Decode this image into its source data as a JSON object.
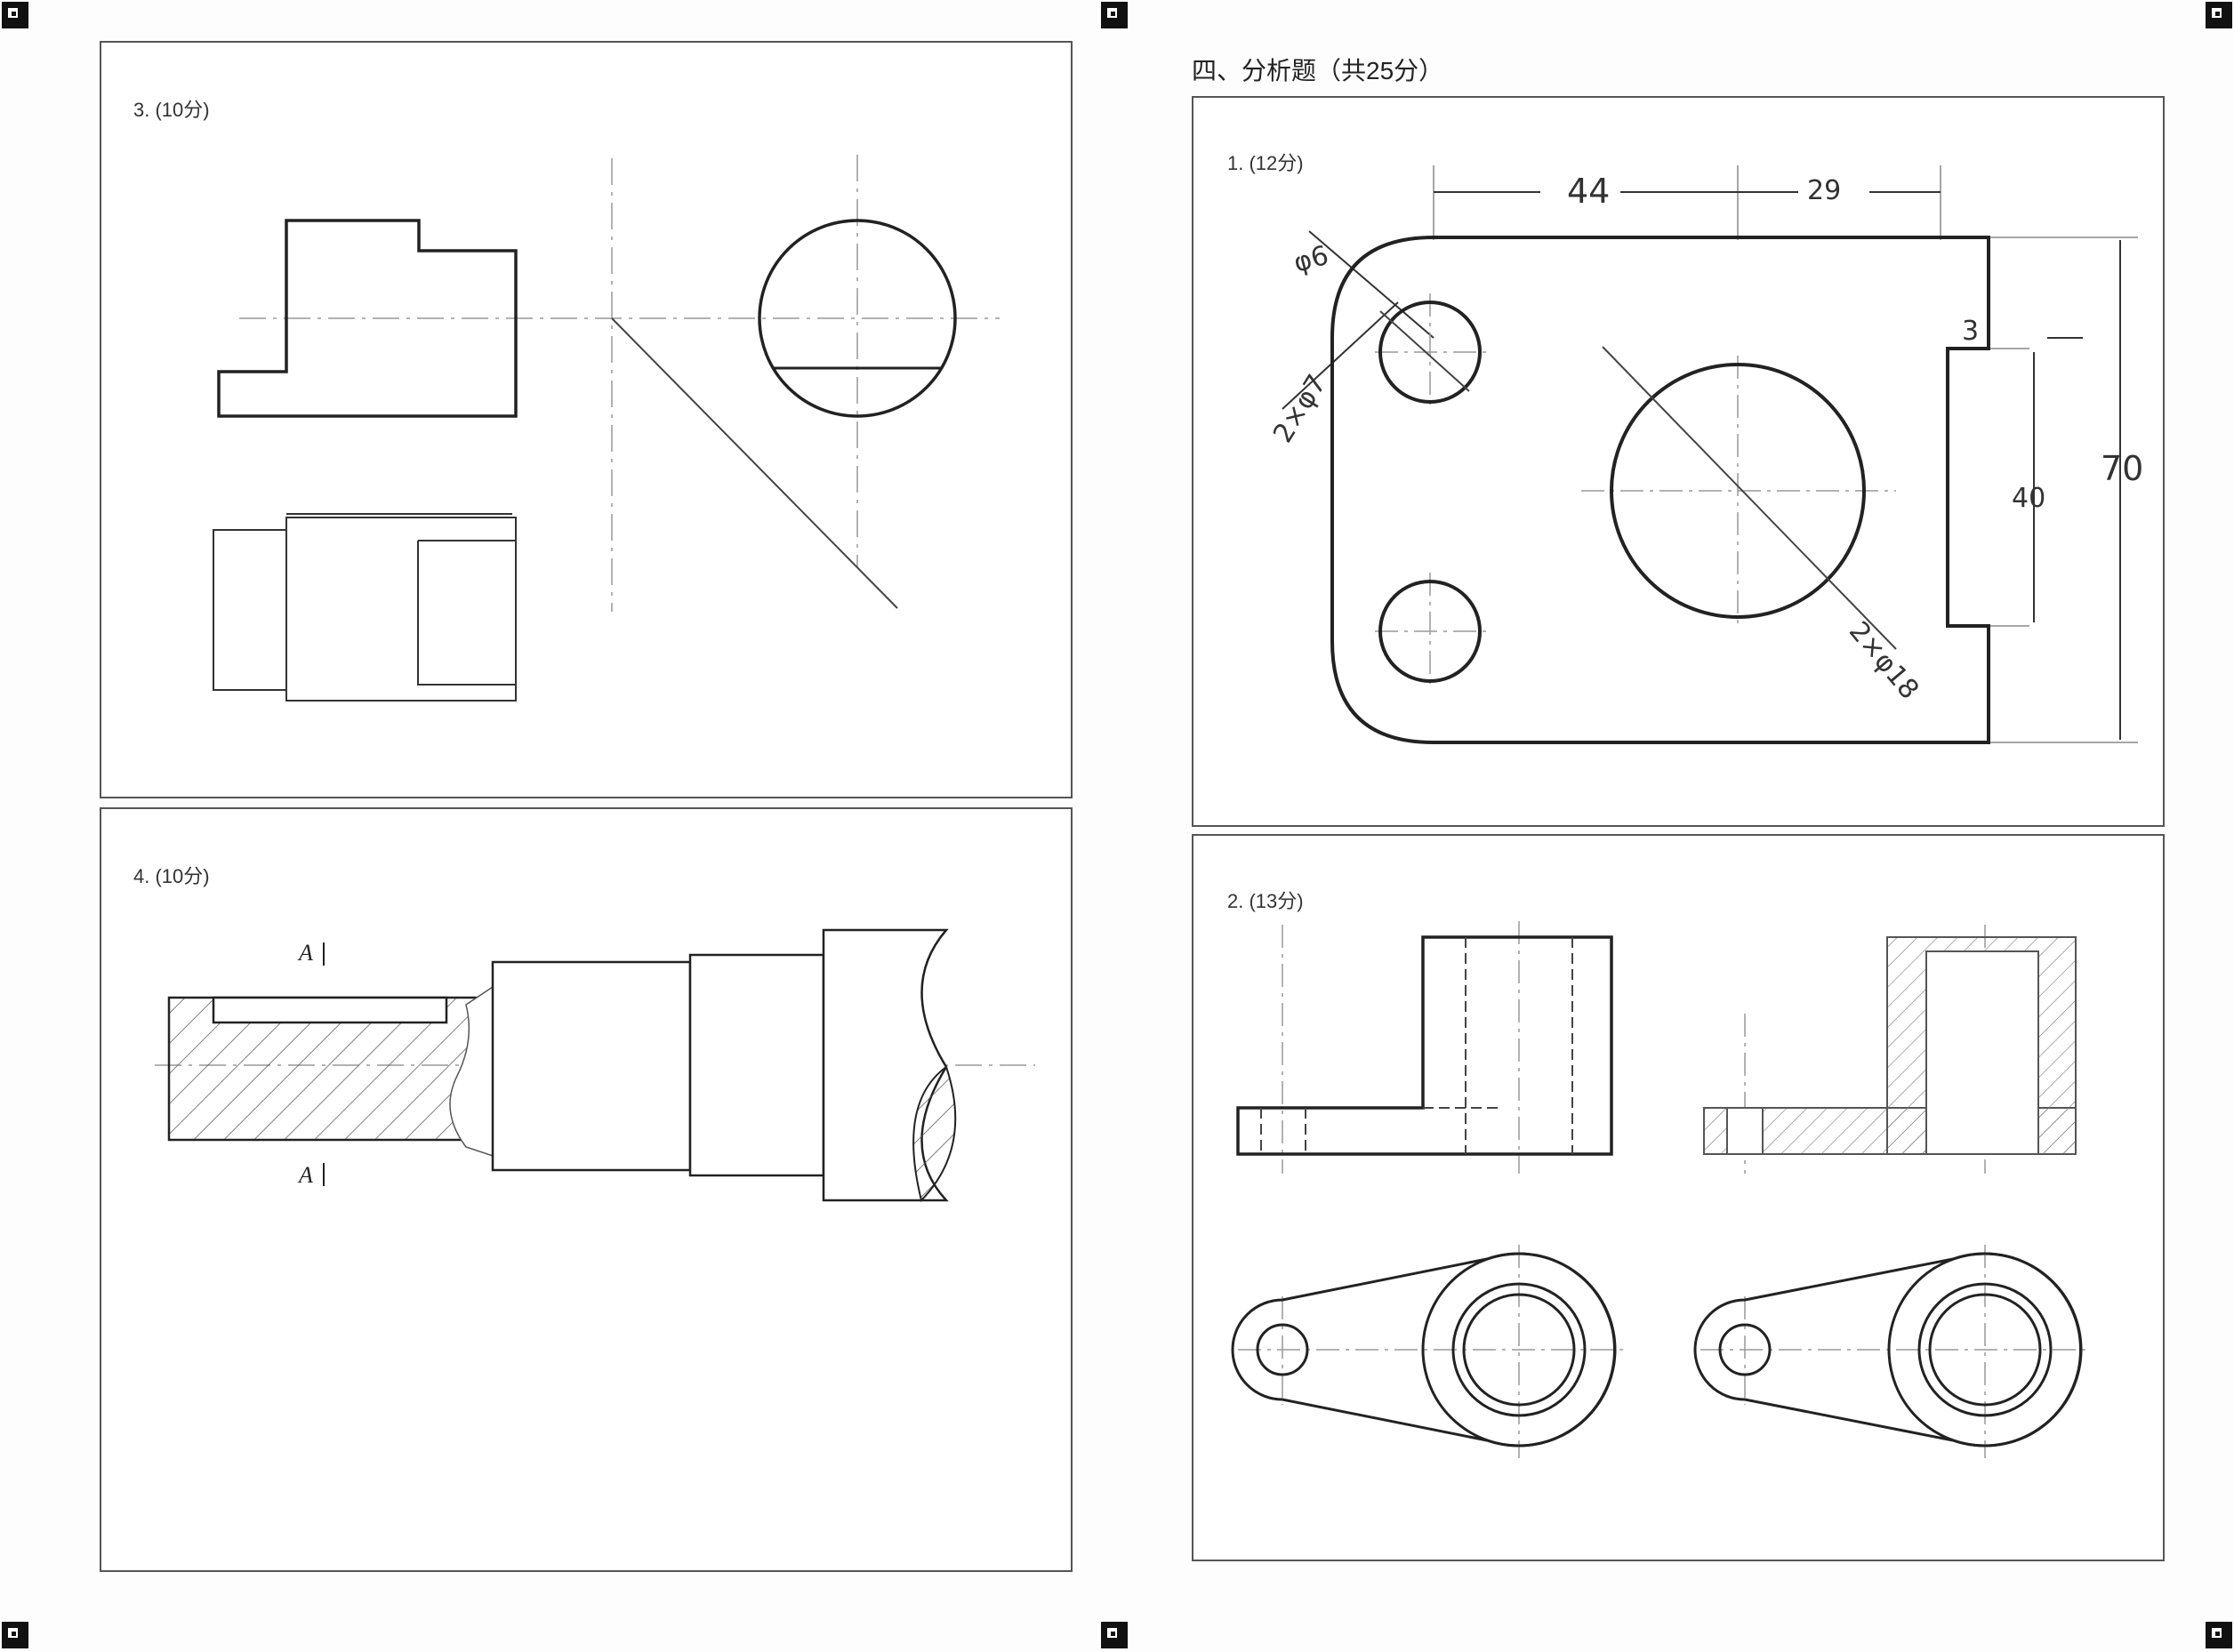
{
  "page": {
    "section_title": "四、分析题（共25分）"
  },
  "panels": {
    "p3": {
      "label": "3. (10分)"
    },
    "p4": {
      "label": "4. (10分)",
      "section_mark_top": "A",
      "section_mark_bottom": "A"
    },
    "q1": {
      "label": "1. (12分)",
      "dim_44": "44",
      "dim_29": "29",
      "dim_phi6": "φ6",
      "dim_2xphi7": "2×φ7",
      "dim_3": "3",
      "dim_40": "40",
      "dim_70": "70",
      "dim_2xphi18": "2×φ18"
    },
    "q2": {
      "label": "2. (13分)"
    }
  }
}
